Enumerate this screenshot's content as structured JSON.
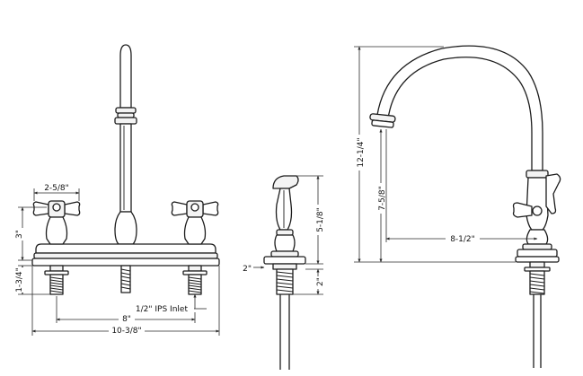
{
  "dimensions": {
    "handle_spread": "2-5/8\"",
    "handle_height": "3\"",
    "shank_length": "1-3/4\"",
    "inlet": "1/2\" IPS Inlet",
    "center_spacing": "8\"",
    "base_length": "10-3/8\"",
    "sprayer_height": "5-1/8\"",
    "sprayer_collar": "2\"",
    "sprayer_shank": "2\"",
    "overall_height": "12-1/4\"",
    "spout_height": "7-5/8\"",
    "spout_reach": "8-1/2\""
  },
  "colors": {
    "line": "#1c1c1c",
    "background": "#ffffff",
    "part_fill": "#f3f3f3"
  }
}
